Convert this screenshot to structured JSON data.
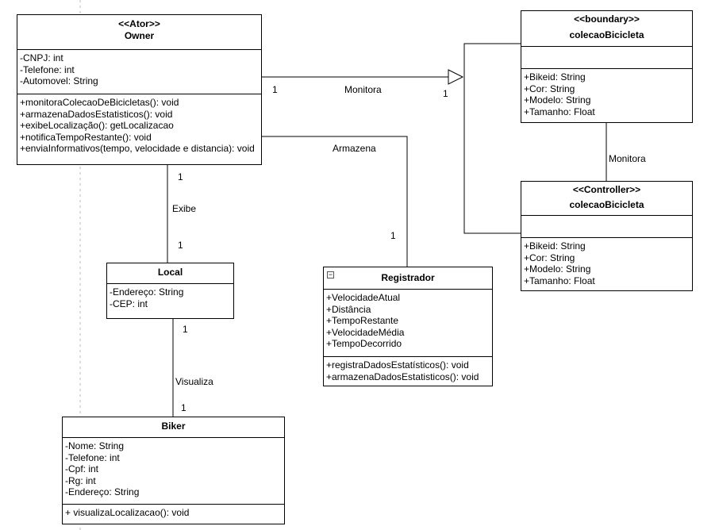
{
  "owner": {
    "stereotype": "<<Ator>>",
    "name": "Owner",
    "attributes": [
      "-CNPJ: int",
      "-Telefone: int",
      "-Automovel: String"
    ],
    "methods": [
      "+monitoraColecaoDeBicicletas(): void",
      "+armazenaDadosEstatisticos(): void",
      "+exibeLocalização(): getLocalizacao",
      "+notificaTempoRestante(): void",
      "+enviaInformativos(tempo, velocidade e distancia): void"
    ]
  },
  "boundary": {
    "stereotype": "<<boundary>>",
    "name": "colecaoBicicleta",
    "attributes": [],
    "methods": [
      "+Bikeid: String",
      "+Cor: String",
      "+Modelo: String",
      "+Tamanho: Float"
    ]
  },
  "controller": {
    "stereotype": "<<Controller>>",
    "name": "colecaoBicicleta",
    "attributes": [],
    "methods": [
      "+Bikeid: String",
      "+Cor: String",
      "+Modelo: String",
      "+Tamanho: Float"
    ]
  },
  "local": {
    "name": "Local",
    "attributes": [
      "-Endereço: String",
      "-CEP: int"
    ]
  },
  "registrador": {
    "collapse_symbol": "−",
    "name": "Registrador",
    "attributes": [
      "+VelocidadeAtual",
      "+Distância",
      "+TempoRestante",
      "+VelocidadeMédia",
      "+TempoDecorrido"
    ],
    "methods": [
      "+registraDadosEstatísticos(): void",
      "+armazenaDadosEstatisticos(): void"
    ]
  },
  "biker": {
    "name": "Biker",
    "attributes": [
      "-Nome: String",
      "-Telefone: int",
      "-Cpf: int",
      "-Rg: int",
      "-Endereço: String"
    ],
    "methods": [
      "+ visualizaLocalizacao(): void"
    ]
  },
  "relations": {
    "monitora_top": {
      "label": "Monitora",
      "mult_source": "1",
      "mult_target": "1"
    },
    "armazena": {
      "label": "Armazena",
      "mult_target": "1"
    },
    "monitora_right": {
      "label": "Monitora"
    },
    "exibe": {
      "label": "Exibe",
      "mult_source": "1",
      "mult_target": "1"
    },
    "visualiza": {
      "label": "Visualiza",
      "mult_source": "1",
      "mult_target": "1"
    }
  }
}
